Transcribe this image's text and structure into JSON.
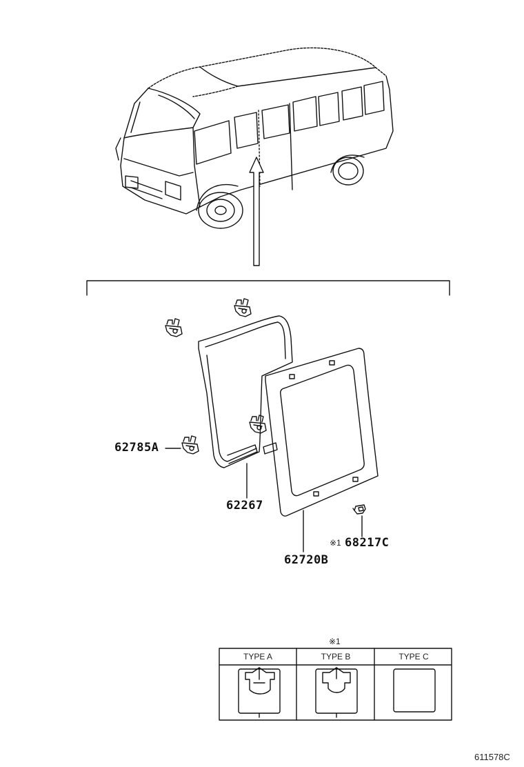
{
  "parts": [
    {
      "id": "62785A",
      "label": "62785A"
    },
    {
      "id": "62267",
      "label": "62267"
    },
    {
      "id": "62720B",
      "label": "62720B"
    },
    {
      "id": "68217C",
      "label": "68217C",
      "note_prefix": "※1"
    }
  ],
  "type_table": {
    "note_mark": "※1",
    "columns": [
      "TYPE A",
      "TYPE B",
      "TYPE C"
    ]
  },
  "figure_code": "611578C"
}
